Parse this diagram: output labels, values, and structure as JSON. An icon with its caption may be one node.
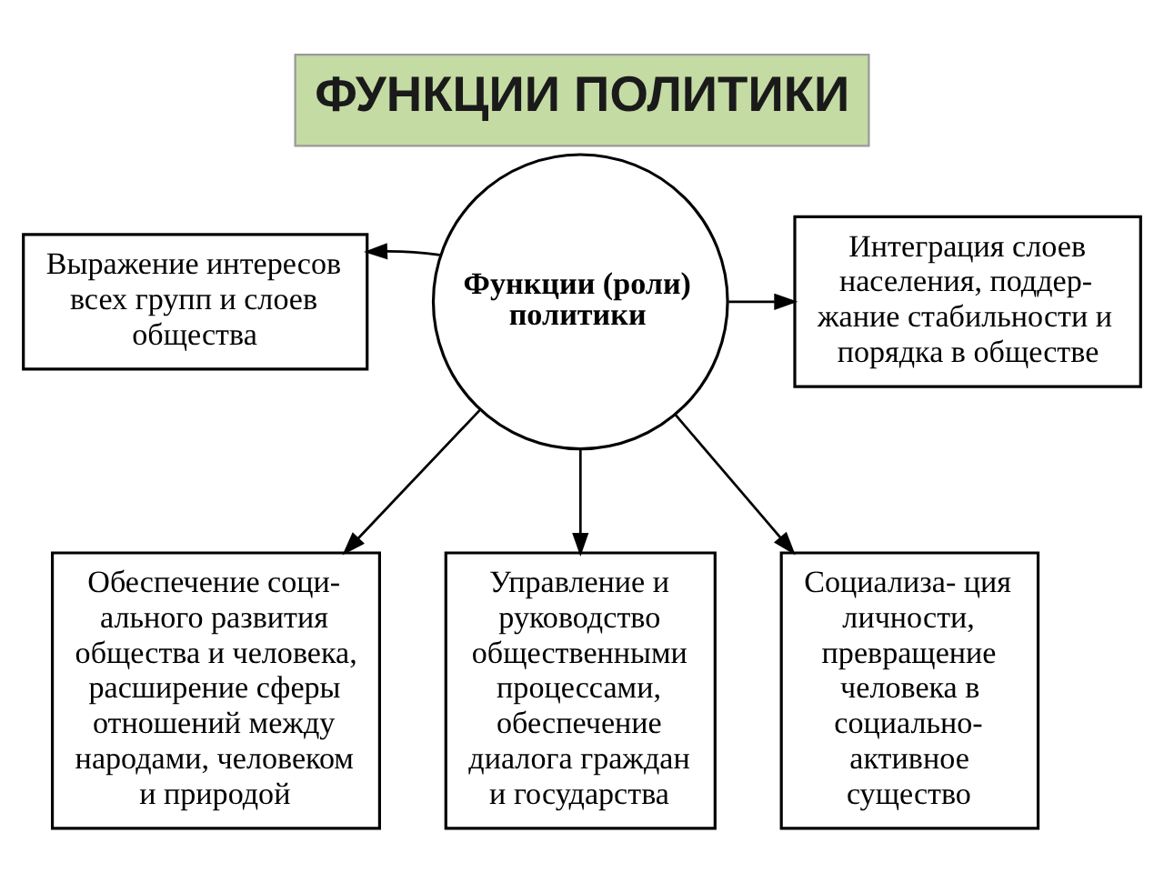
{
  "diagram": {
    "title": "ФУНКЦИИ ПОЛИТИКИ",
    "nodes": [
      {
        "text": [
          "Выражение интересов всех групп и слоев общества"
        ]
      },
      {
        "text": [
          "Функции (роли) политики"
        ]
      },
      {
        "text": [
          "Интеграция слоев населения, поддер- жание стабильности и порядка в обществе"
        ]
      },
      {
        "text": [
          "Обеспечение соци- ального развития общества и человека, расширение сферы отношений между народами, человеком и природой"
        ]
      },
      {
        "text": [
          "Управление и руководство общественными процессами, обеспечение диалога граждан и государства"
        ]
      },
      {
        "text": [
          "Социализа- ция личности, превращение человека в социально- активное существо"
        ]
      }
    ],
    "edges": [
      {
        "from": 1,
        "to": 0,
        "arrow": "to"
      },
      {
        "from": 1,
        "to": 2,
        "arrow": "to"
      },
      {
        "from": 1,
        "to": 3,
        "arrow": "to"
      },
      {
        "from": 1,
        "to": 4,
        "arrow": "to"
      },
      {
        "from": 1,
        "to": 5,
        "arrow": "to"
      }
    ]
  }
}
